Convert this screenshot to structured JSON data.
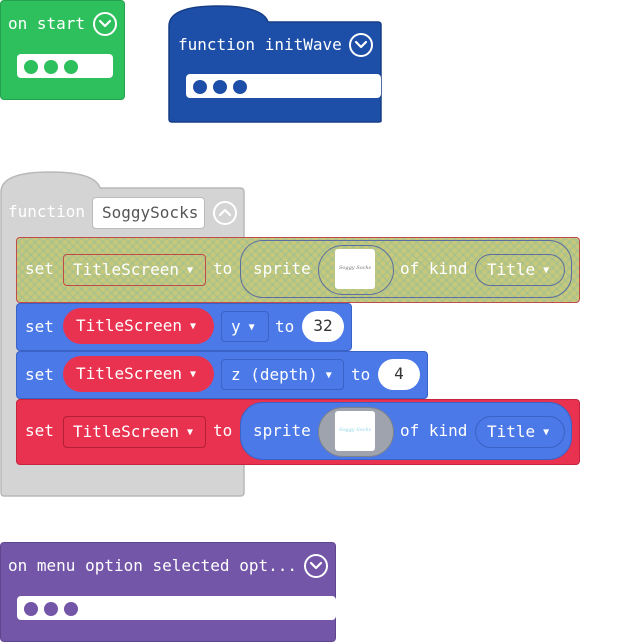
{
  "colors": {
    "loops_green": "#2fc05e",
    "function_blue": "#1e4fa8",
    "sprite_blue": "#4b79e8",
    "sprite_red": "#e8324f",
    "menu_purple": "#7356a8",
    "disabled_gray": "#d2d2d2",
    "highlight_yellow": "#c8c87a"
  },
  "on_start": {
    "label": "on start"
  },
  "init_wave": {
    "label": "function initWave"
  },
  "soggy": {
    "label": "function",
    "name": "SoggySocks",
    "row1": {
      "set": "set",
      "var": "TitleScreen",
      "to": "to",
      "sprite": "sprite",
      "thumb_text": "Soggy Socks",
      "kind": "of kind",
      "kind_value": "Title"
    },
    "row2": {
      "set": "set",
      "var": "TitleScreen",
      "prop": "y",
      "to": "to",
      "value": "32"
    },
    "row3": {
      "set": "set",
      "var": "TitleScreen",
      "prop": "z (depth)",
      "to": "to",
      "value": "4"
    },
    "row4": {
      "set": "set",
      "var": "TitleScreen",
      "to": "to",
      "sprite": "sprite",
      "thumb_text": "Soggy Socks",
      "kind": "of kind",
      "kind_value": "Title"
    }
  },
  "menu_event": {
    "label": "on menu option selected opt..."
  }
}
